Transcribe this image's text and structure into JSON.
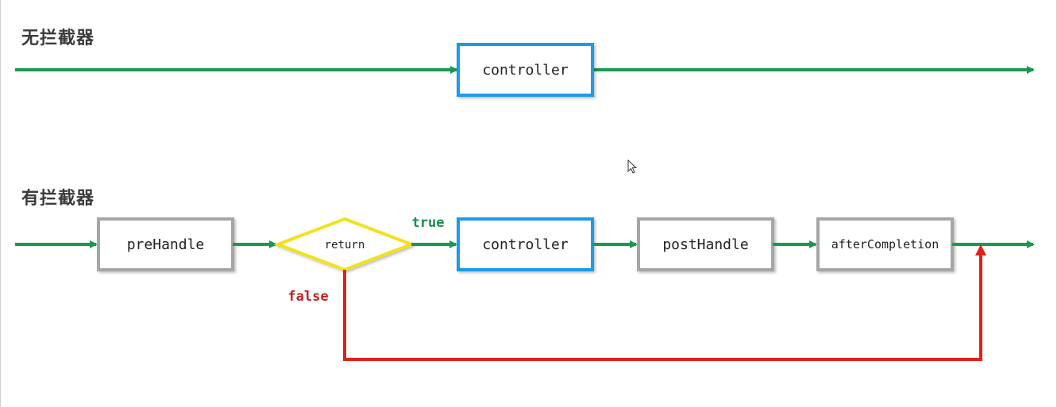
{
  "sections": {
    "without": {
      "title": "无拦截器"
    },
    "with": {
      "title": "有拦截器"
    }
  },
  "nodes": {
    "controller_top": {
      "label": "controller"
    },
    "prehandle": {
      "label": "preHandle"
    },
    "return_decision": {
      "label": "return"
    },
    "controller_bottom": {
      "label": "controller"
    },
    "posthandle": {
      "label": "postHandle"
    },
    "aftercompletion": {
      "label": "afterCompletion"
    }
  },
  "branches": {
    "true_label": "true",
    "false_label": "false"
  },
  "colors": {
    "flow": "#1a9850",
    "controller_border": "#1e9be8",
    "handler_border": "#a6a6a6",
    "decision_border": "#f2e21b",
    "false_path": "#e0201b",
    "true_text": "#1a8c4e",
    "false_text": "#c81e1e"
  }
}
